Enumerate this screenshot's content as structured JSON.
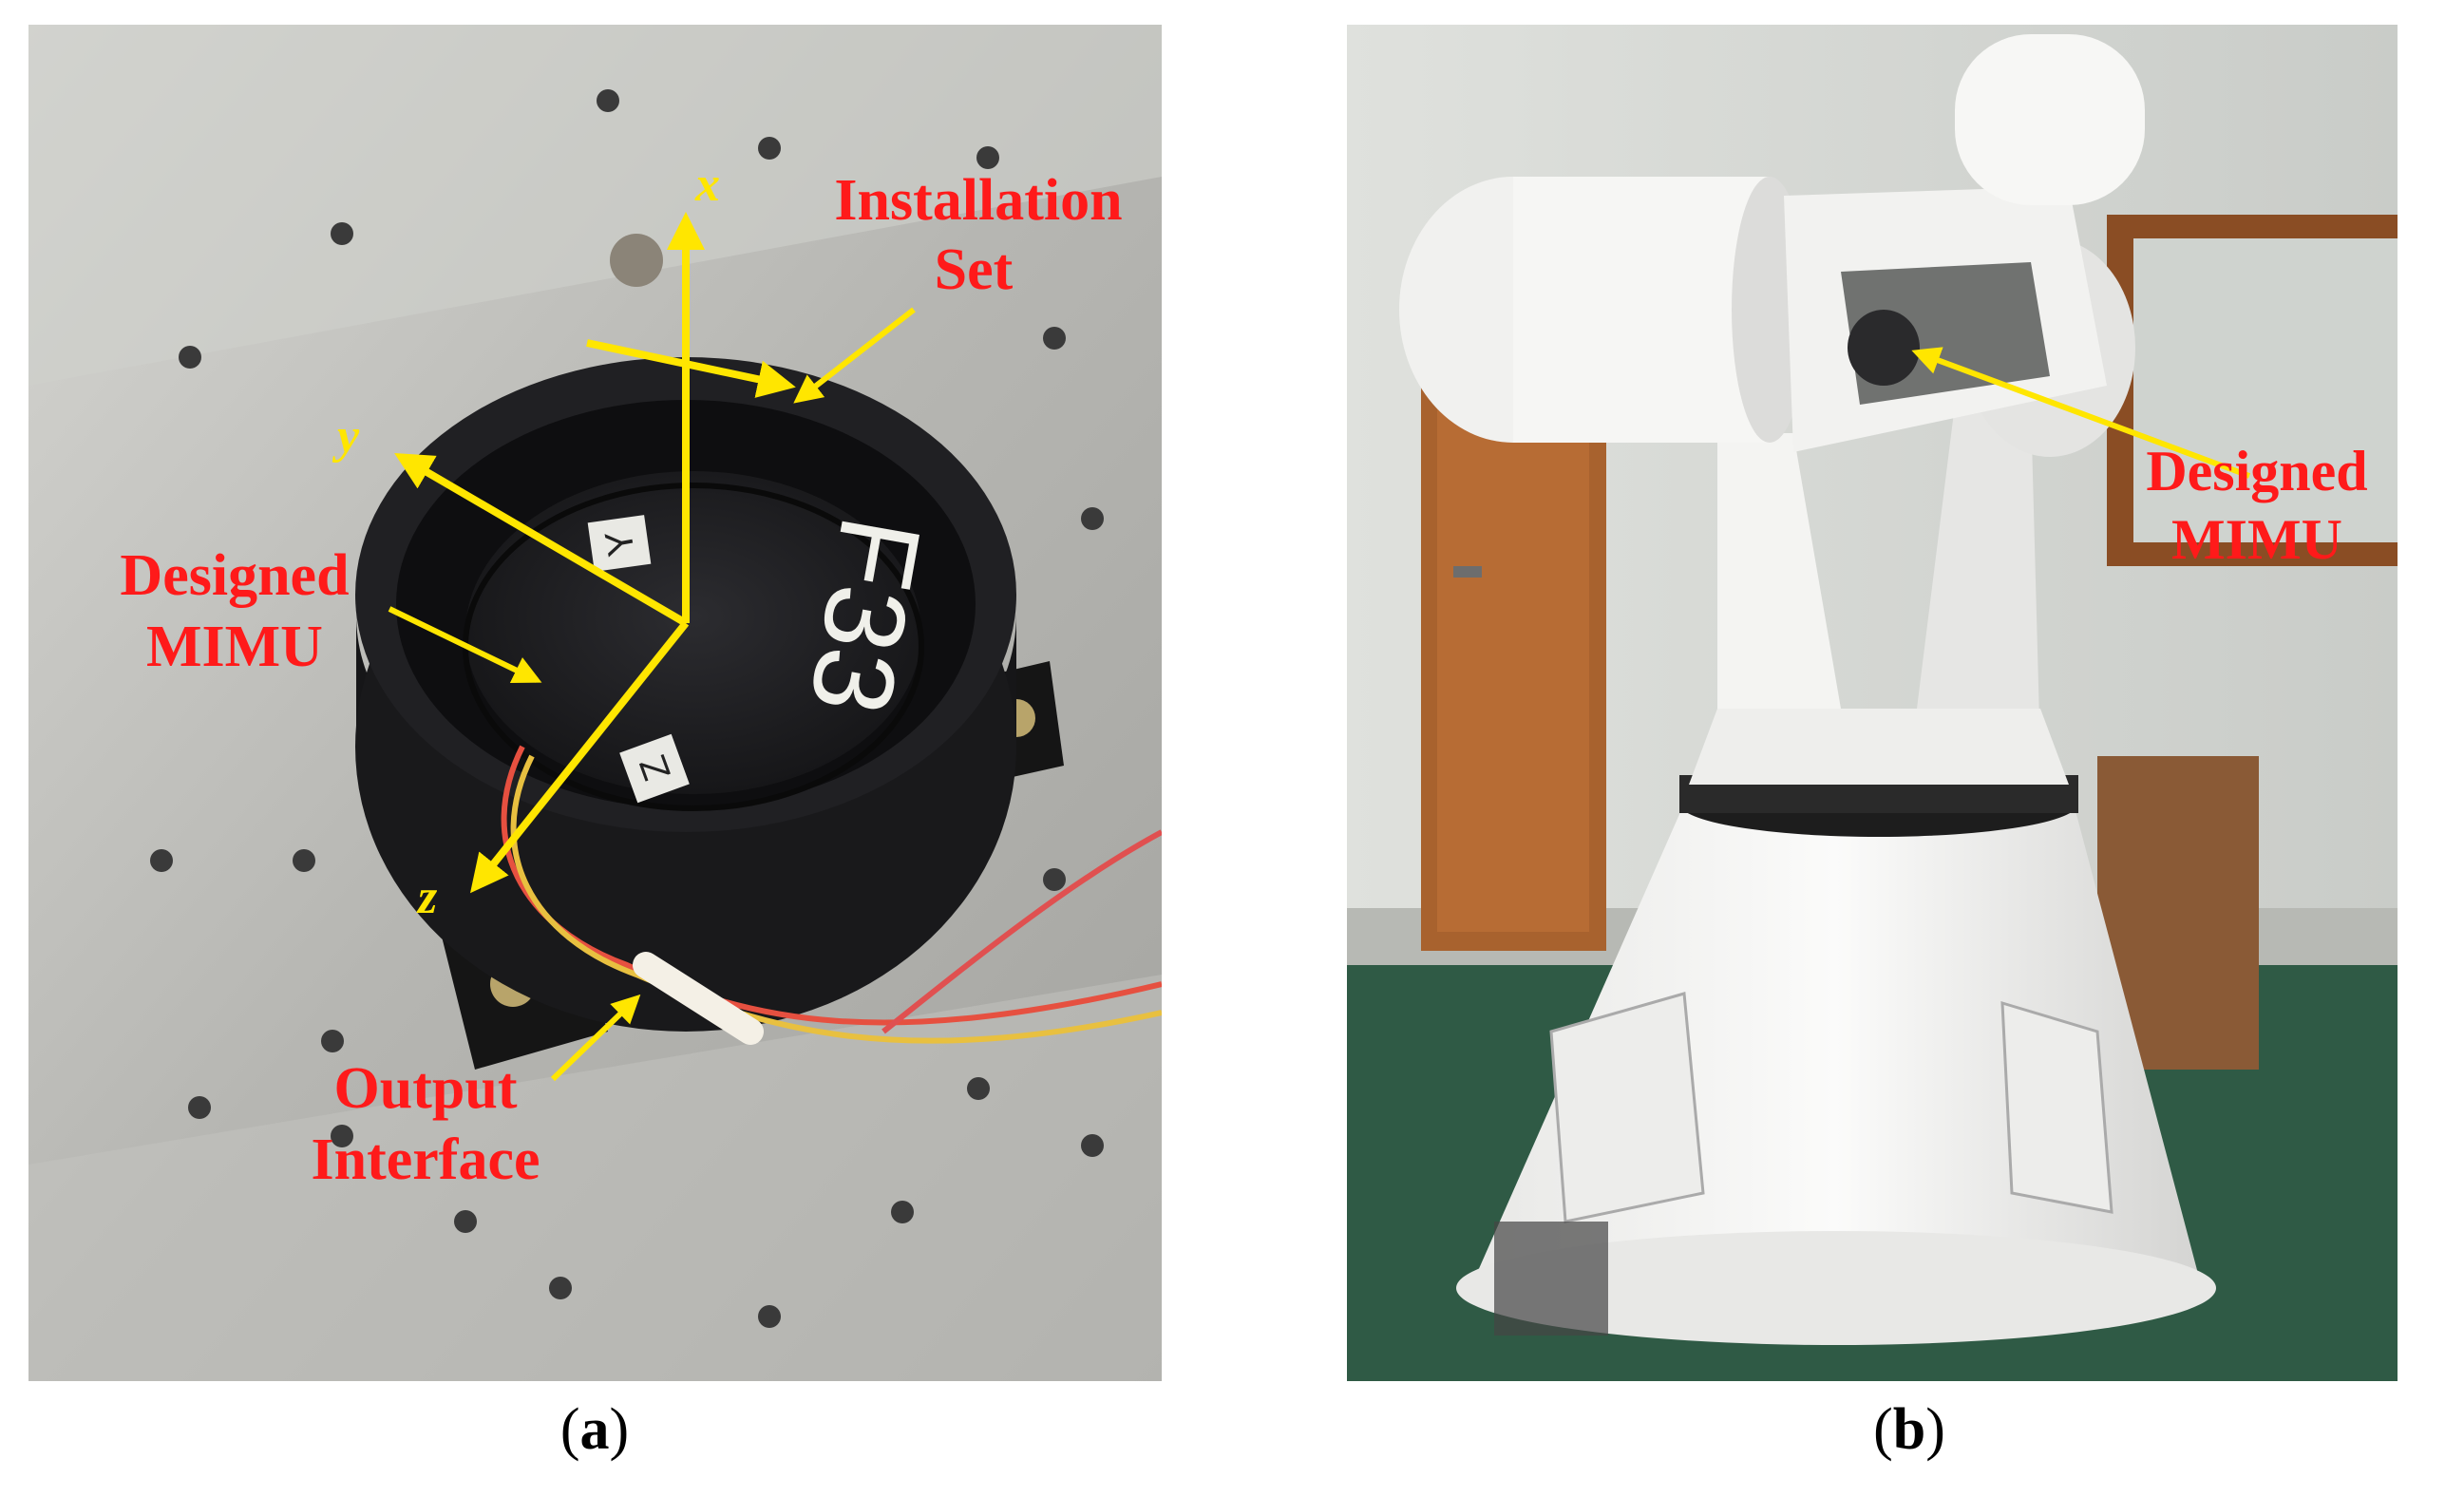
{
  "panel_a": {
    "caption_open": "(",
    "caption_letter": "a",
    "caption_close": ")",
    "marking": "F33",
    "axes": {
      "x": "x",
      "y": "y",
      "z": "z"
    },
    "sticker_y": "Y",
    "sticker_z": "Z",
    "labels": {
      "installation_1": "Installation",
      "installation_2": "Set",
      "mimu_1": "Designed",
      "mimu_2": "MIMU",
      "output_1": "Output",
      "output_2": "Interface"
    }
  },
  "panel_b": {
    "caption_open": "(",
    "caption_letter": "b",
    "caption_close": ")",
    "labels": {
      "mimu_1": "Designed",
      "mimu_2": "MIMU"
    }
  },
  "colors": {
    "annotation_text": "#ff1a1a",
    "arrow": "#ffe600",
    "plate": "#b9b9b5",
    "housing": "#1c1c1e",
    "turntable": "#f2f2f0",
    "floor": "#2f5a45"
  }
}
